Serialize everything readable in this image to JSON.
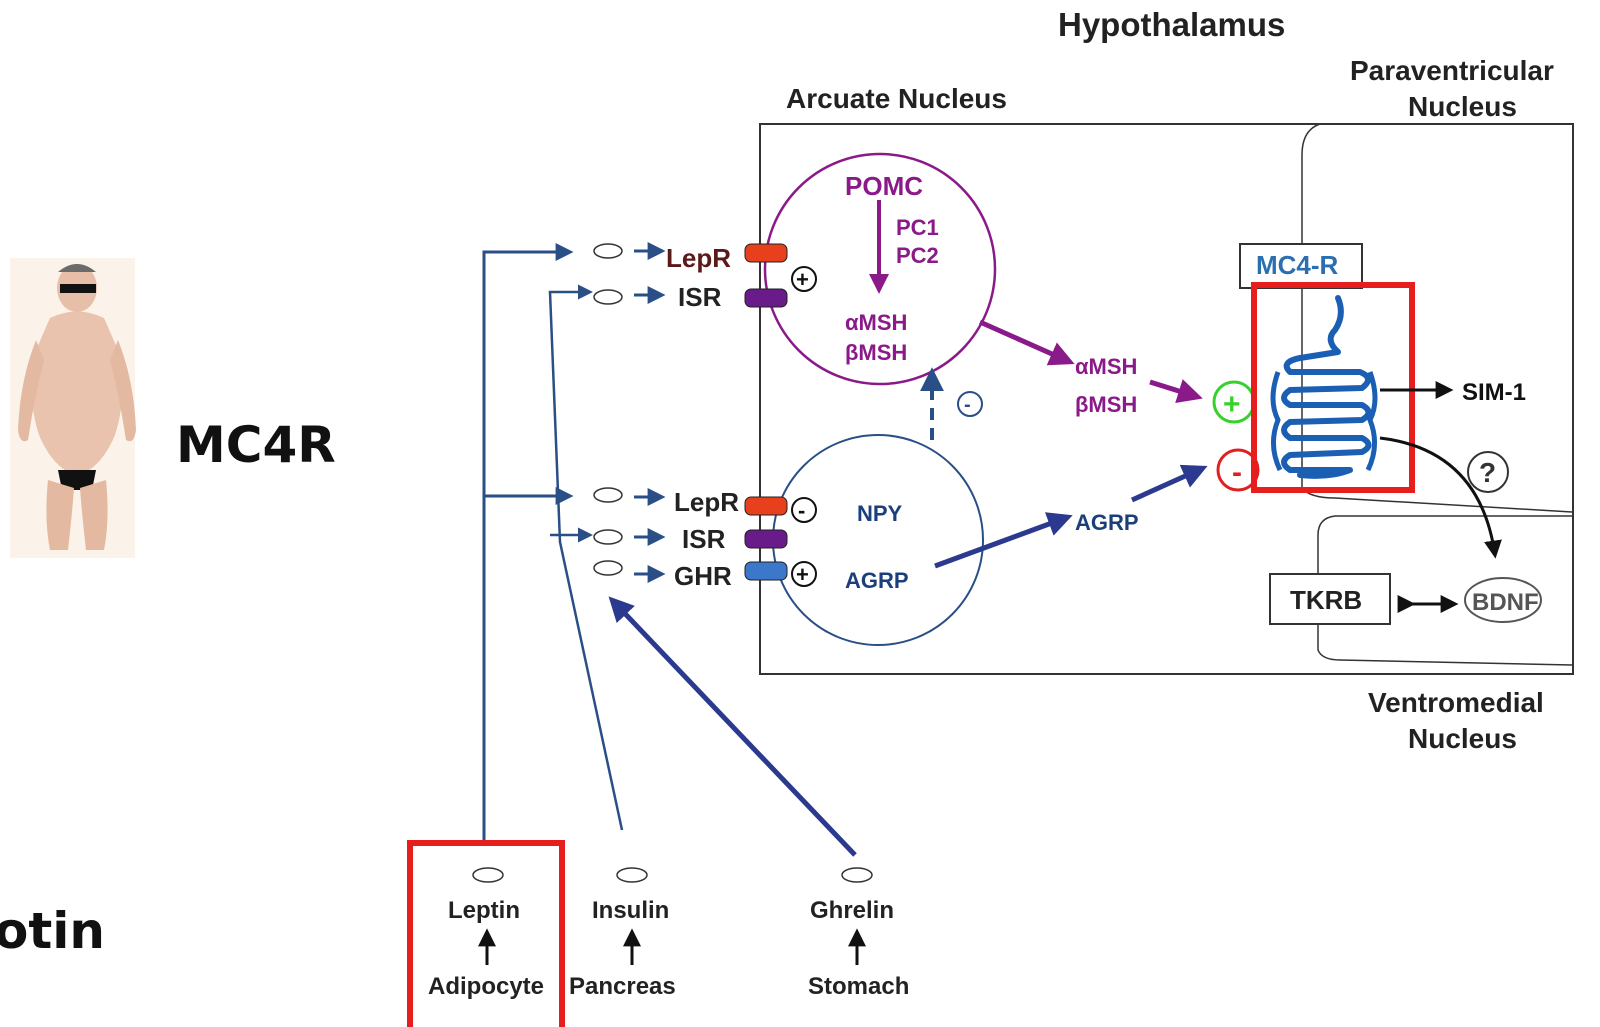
{
  "slide": {
    "left_labels": {
      "gene": "MC4R",
      "partial_word": "otin"
    },
    "person_image": {
      "description_icon": "obese-person-photo-icon"
    }
  },
  "diagram": {
    "title": "Hypothalamus",
    "regions": {
      "arcuate": "Arcuate Nucleus",
      "paraventricular_1": "Paraventricular",
      "paraventricular_2": "Nucleus",
      "ventromedial_1": "Ventromedial",
      "ventromedial_2": "Nucleus"
    },
    "pomc_neuron": {
      "name": "POMC",
      "enzymes": [
        "PC1",
        "PC2"
      ],
      "products": [
        "αMSH",
        "βMSH"
      ]
    },
    "npy_neuron": {
      "labels": [
        "NPY",
        "AGRP"
      ]
    },
    "receptors_top": [
      "LepR",
      "ISR"
    ],
    "receptors_bottom": [
      "LepR",
      "ISR",
      "GHR"
    ],
    "signals": {
      "msh_alpha": "αMSH",
      "msh_beta": "βMSH",
      "agrp": "AGRP"
    },
    "mc4r_label": "MC4-R",
    "downstream": {
      "sim1": "SIM-1",
      "tkrb": "TKRB",
      "bdnf": "BDNF",
      "unknown": "?"
    },
    "signs": {
      "plus": "+",
      "minus": "-"
    },
    "sources": [
      {
        "hormone": "Leptin",
        "origin": "Adipocyte"
      },
      {
        "hormone": "Insulin",
        "origin": "Pancreas"
      },
      {
        "hormone": "Ghrelin",
        "origin": "Stomach"
      }
    ],
    "colors": {
      "purple": "#8a1a8a",
      "dark_blue": "#1c3f7c",
      "highlight_red": "#e61e1e",
      "green_plus": "#36d12a",
      "lepr_red": "#e8401c",
      "isr_purple": "#6a1b8a",
      "ghr_blue": "#3b78c9"
    }
  }
}
